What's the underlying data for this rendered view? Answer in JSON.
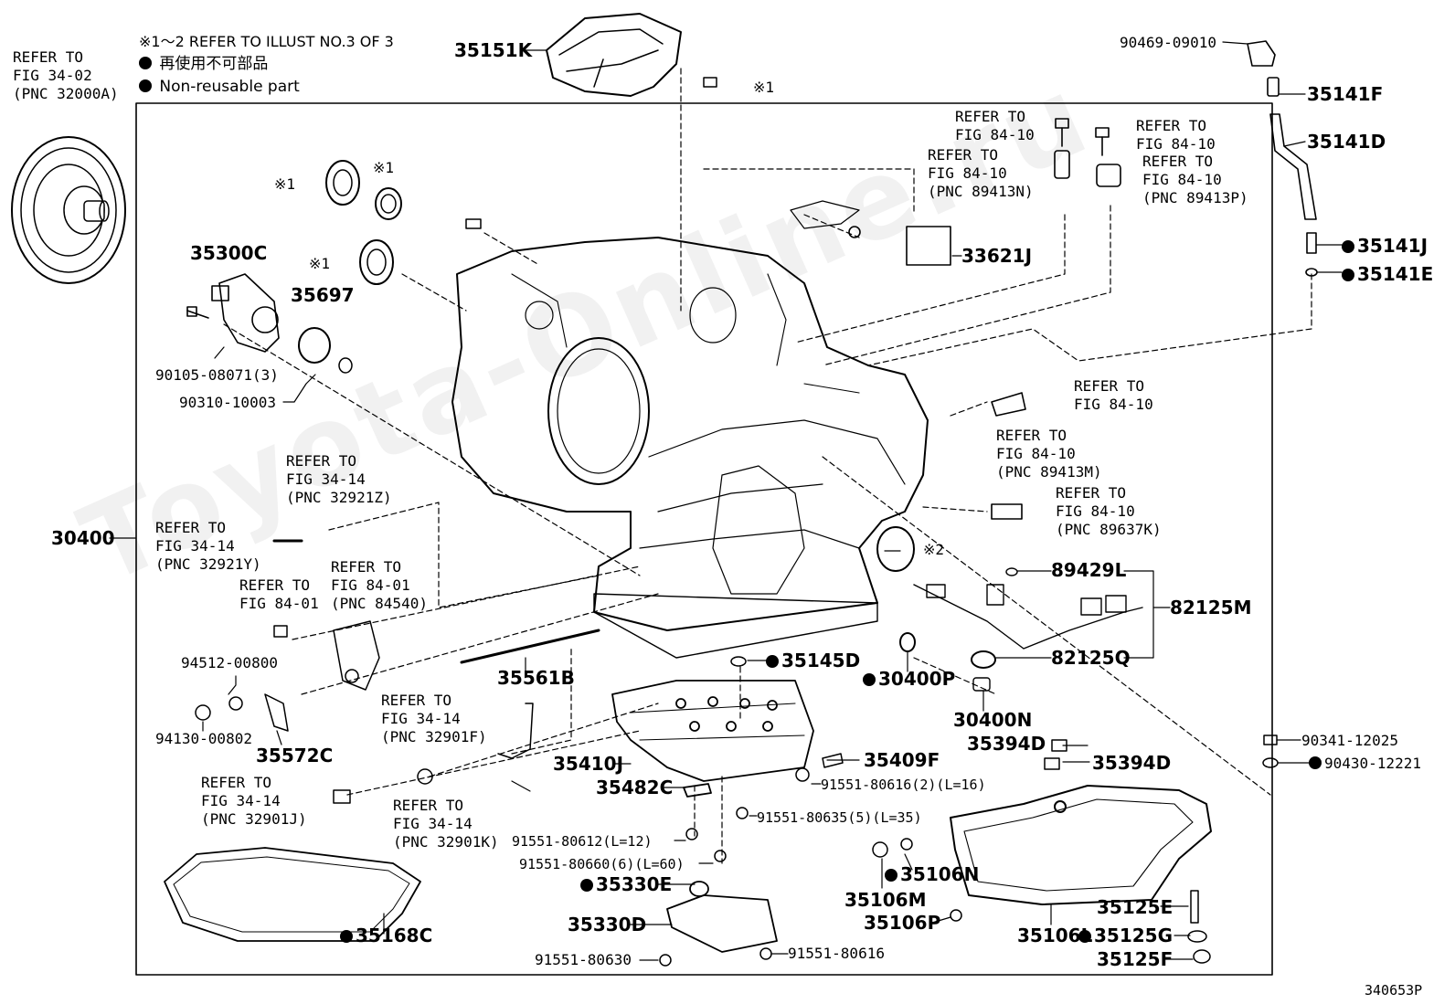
{
  "legend": {
    "note": "※1～2 REFER TO ILLUST NO.3 OF 3",
    "jp": "再使用不可部品",
    "en": "Non-reusable part"
  },
  "watermark": "Toyota-Online.ru",
  "figure_id": "340653P",
  "refs": [
    {
      "text": "REFER TO\nFIG 34-02\n(PNC 32000A)"
    },
    {
      "text": "REFER TO\nFIG 84-10"
    },
    {
      "text": "REFER TO\nFIG 84-10\n(PNC 89413N)"
    },
    {
      "text": "REFER TO\nFIG 84-10"
    },
    {
      "text": "REFER TO\nFIG 84-10\n(PNC 89413P)"
    },
    {
      "text": "REFER TO\nFIG 84-10"
    },
    {
      "text": "REFER TO\nFIG 84-10\n(PNC 89413M)"
    },
    {
      "text": "REFER TO\nFIG 84-10\n(PNC 89637K)"
    },
    {
      "text": "REFER TO\nFIG 34-14\n(PNC 32921Z)"
    },
    {
      "text": "REFER TO\nFIG 34-14\n(PNC 32921Y)"
    },
    {
      "text": "REFER TO\nFIG 84-01\n(PNC 84540)"
    },
    {
      "text": "REFER TO\nFIG 84-01"
    },
    {
      "text": "REFER TO\nFIG 34-14\n(PNC 32901F)"
    },
    {
      "text": "REFER TO\nFIG 34-14\n(PNC 32901J)"
    },
    {
      "text": "REFER TO\nFIG 34-14\n(PNC 32901K)"
    }
  ],
  "parts": [
    {
      "pnc": "35151K",
      "nr": false
    },
    {
      "pnc": "※1",
      "nr": false
    },
    {
      "pnc": "※1",
      "nr": false
    },
    {
      "pnc": "※1",
      "nr": false
    },
    {
      "pnc": "※1",
      "nr": false
    },
    {
      "pnc": "35300C",
      "nr": false
    },
    {
      "pnc": "35697",
      "nr": false
    },
    {
      "pnc": "90105-08071(3)",
      "nr": false
    },
    {
      "pnc": "90310-10003",
      "nr": false
    },
    {
      "pnc": "33621J",
      "nr": false
    },
    {
      "pnc": "90469-09010",
      "nr": false
    },
    {
      "pnc": "35141F",
      "nr": false
    },
    {
      "pnc": "35141D",
      "nr": false
    },
    {
      "pnc": "35141J",
      "nr": true
    },
    {
      "pnc": "35141E",
      "nr": true
    },
    {
      "pnc": "30400",
      "nr": false
    },
    {
      "pnc": "※2",
      "nr": false
    },
    {
      "pnc": "89429L",
      "nr": false
    },
    {
      "pnc": "82125M",
      "nr": false
    },
    {
      "pnc": "82125Q",
      "nr": false
    },
    {
      "pnc": "35145D",
      "nr": true
    },
    {
      "pnc": "30400P",
      "nr": true
    },
    {
      "pnc": "30400N",
      "nr": false
    },
    {
      "pnc": "35394D",
      "nr": false
    },
    {
      "pnc": "35394D",
      "nr": false
    },
    {
      "pnc": "90341-12025",
      "nr": false
    },
    {
      "pnc": "90430-12221",
      "nr": true
    },
    {
      "pnc": "35561B",
      "nr": false
    },
    {
      "pnc": "94512-00800",
      "nr": false
    },
    {
      "pnc": "94130-00802",
      "nr": false
    },
    {
      "pnc": "35572C",
      "nr": false
    },
    {
      "pnc": "35410J",
      "nr": false
    },
    {
      "pnc": "35409F",
      "nr": false
    },
    {
      "pnc": "35482C",
      "nr": false
    },
    {
      "pnc": "91551-80616(2)(L=16)",
      "nr": false
    },
    {
      "pnc": "91551-80635(5)(L=35)",
      "nr": false
    },
    {
      "pnc": "91551-80612(L=12)",
      "nr": false
    },
    {
      "pnc": "91551-80660(6)(L=60)",
      "nr": false
    },
    {
      "pnc": "35330E",
      "nr": true
    },
    {
      "pnc": "35330D",
      "nr": false
    },
    {
      "pnc": "91551-80630",
      "nr": false
    },
    {
      "pnc": "91551-80616",
      "nr": false
    },
    {
      "pnc": "35168C",
      "nr": true
    },
    {
      "pnc": "35106N",
      "nr": true
    },
    {
      "pnc": "35106M",
      "nr": false
    },
    {
      "pnc": "35106P",
      "nr": false
    },
    {
      "pnc": "35106L",
      "nr": false
    },
    {
      "pnc": "35125E",
      "nr": false
    },
    {
      "pnc": "35125G",
      "nr": true
    },
    {
      "pnc": "35125F",
      "nr": false
    }
  ]
}
